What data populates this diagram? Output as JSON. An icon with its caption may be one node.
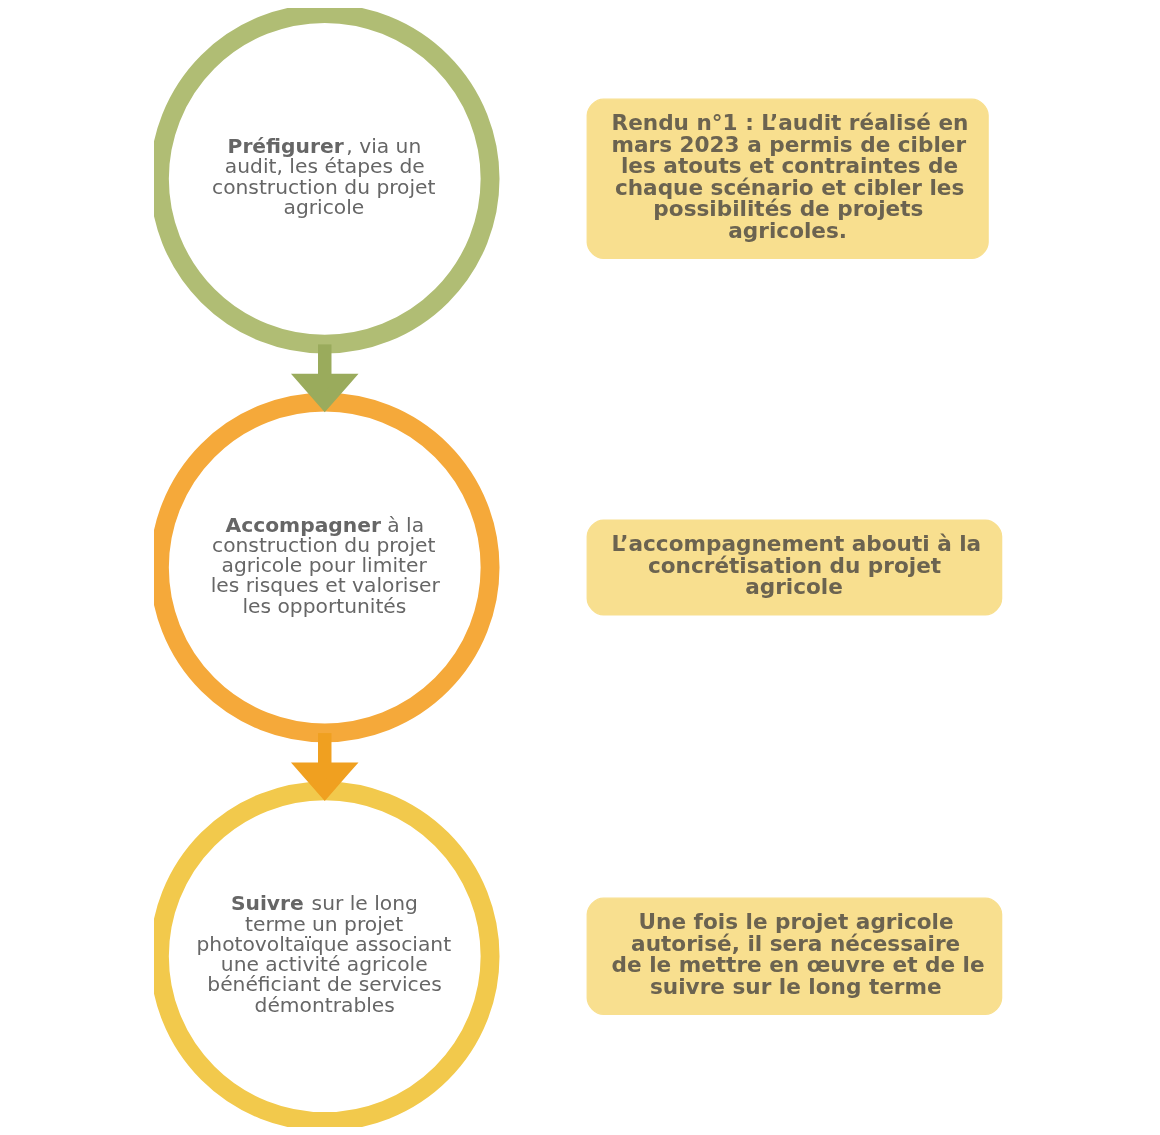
{
  "diagram": {
    "nodes": [
      {
        "text": [
          "**Préfigurer**, via un audit, les étapes de construction du projet agricole"
        ]
      },
      {
        "text": [
          "**Accompagner** à la construction du projet agricole pour limiter les risques et valoriser les opportunités"
        ]
      },
      {
        "text": [
          "**Suivre** sur le long terme un projet photovoltaïque associant une activité agricole bénéficiant de services démontrables"
        ]
      },
      {
        "text": [
          "Rendu n°1 : L’audit réalisé en mars 2023 a permis de cibler les atouts et contraintes de chaque scénario et cibler les possibilités de projets agricoles."
        ]
      },
      {
        "text": [
          "L’accompagnement abouti à la concrétisation du projet agricole"
        ]
      },
      {
        "text": [
          "Une fois le projet agricole autorisé, il sera nécessaire de le mettre en œuvre et de le suivre sur le long terme"
        ]
      }
    ],
    "edges": [
      {
        "from": 0,
        "to": 1,
        "arrow": "to",
        "color": "#9aab5c"
      },
      {
        "from": 1,
        "to": 2,
        "arrow": "to",
        "color": "#f0a020"
      }
    ]
  }
}
